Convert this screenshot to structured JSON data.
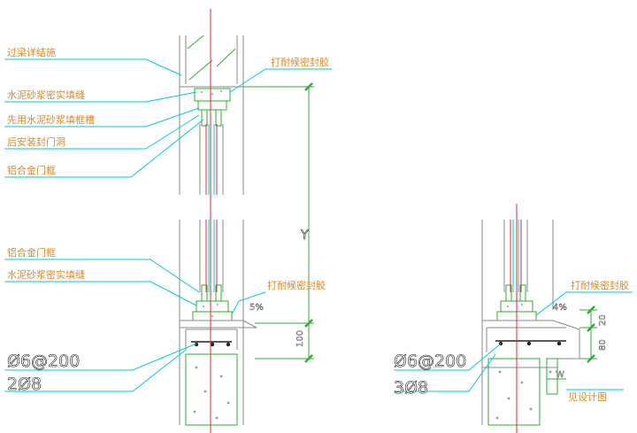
{
  "left_detail": {
    "labels": {
      "beam_structure": "过梁详结施",
      "mortar_fill_top": "水泥砂浆密实填缝",
      "pre_mortar_frame": "先用水泥砂浆填框槽",
      "install_window": "后安装封门洞",
      "alu_frame_top": "铝合金门框",
      "sealant_top": "打耐候密封胶",
      "alu_frame_bottom": "铝合金门框",
      "mortar_fill_bottom": "水泥砂浆密实填缝",
      "sealant_bottom": "打耐候密封胶"
    },
    "slope": "5%",
    "dimension_y": "Y",
    "dimension_100": "100",
    "rebar_spacing": "Ø6@200",
    "rebar_main": "2Ø8"
  },
  "right_detail": {
    "labels": {
      "sealant": "打耐候密封胶",
      "see_design": "见设计图"
    },
    "slope": "4%",
    "dimension_20": "20",
    "dimension_80": "80",
    "width_w": "W",
    "rebar_spacing": "Ø6@200",
    "rebar_main": "3Ø8"
  },
  "colors": {
    "background": "#ffffff",
    "leader_lines": "#00c8d8",
    "walls": "#8a8a8a",
    "frame": "#2fae2f",
    "axis": "#e0283a",
    "label_text": "#d98a2b"
  }
}
